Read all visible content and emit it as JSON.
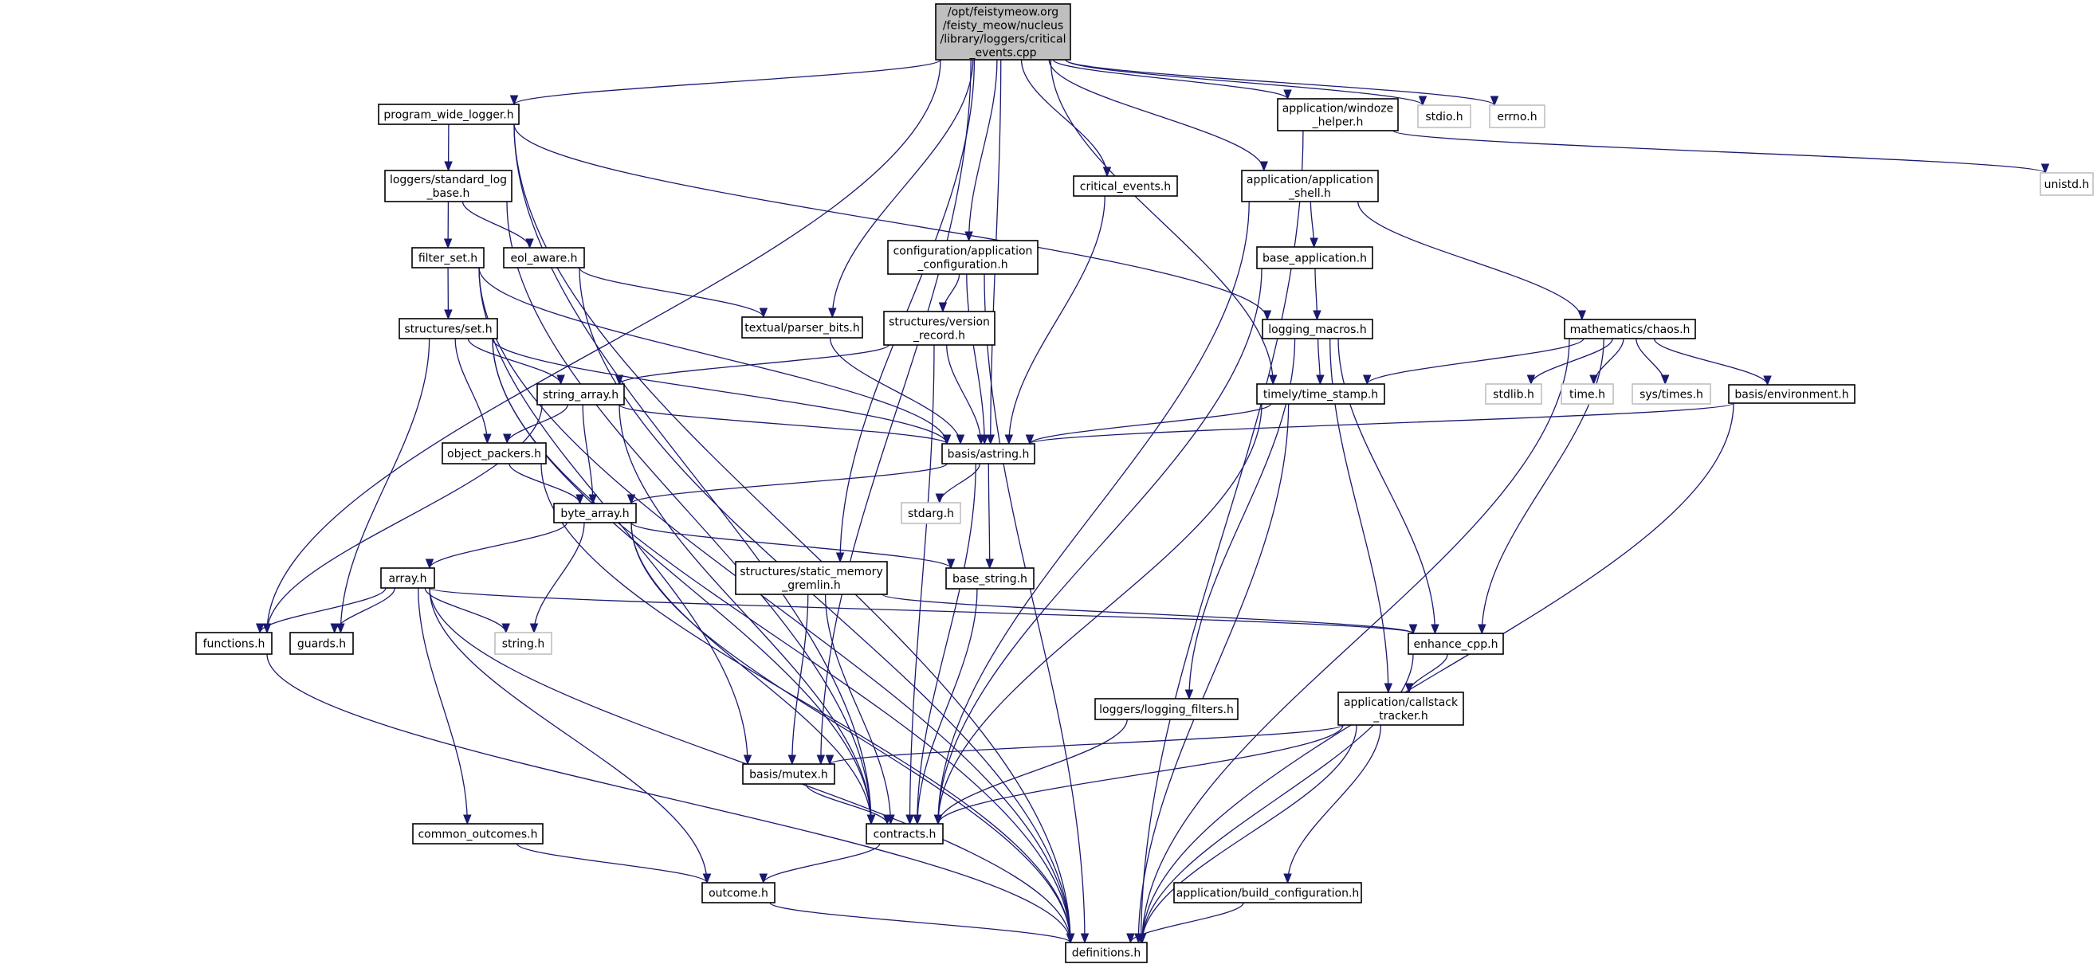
{
  "title": "Include dependency graph for critical_events.cpp",
  "colors": {
    "edge": "#191970",
    "root_fill": "#bfbfbf",
    "project_border": "#000000",
    "system_border": "#bfbfbf"
  },
  "nodes": [
    {
      "id": "root",
      "kind": "root",
      "lines": [
        "/opt/feistymeow.org",
        "/feisty_meow/nucleus",
        "/library/loggers/critical",
        "_events.cpp"
      ]
    },
    {
      "id": "program_wide_logger",
      "kind": "project",
      "lines": [
        "program_wide_logger.h"
      ]
    },
    {
      "id": "standard_log_base",
      "kind": "project",
      "lines": [
        "loggers/standard_log",
        "_base.h"
      ]
    },
    {
      "id": "filter_set",
      "kind": "project",
      "lines": [
        "filter_set.h"
      ]
    },
    {
      "id": "eol_aware",
      "kind": "project",
      "lines": [
        "eol_aware.h"
      ]
    },
    {
      "id": "set",
      "kind": "project",
      "lines": [
        "structures/set.h"
      ]
    },
    {
      "id": "parser_bits",
      "kind": "project",
      "lines": [
        "textual/parser_bits.h"
      ]
    },
    {
      "id": "app_config",
      "kind": "project",
      "lines": [
        "configuration/application",
        "_configuration.h"
      ]
    },
    {
      "id": "version_record",
      "kind": "project",
      "lines": [
        "structures/version",
        "_record.h"
      ]
    },
    {
      "id": "string_array",
      "kind": "project",
      "lines": [
        "string_array.h"
      ]
    },
    {
      "id": "object_packers",
      "kind": "project",
      "lines": [
        "object_packers.h"
      ]
    },
    {
      "id": "astring",
      "kind": "project",
      "lines": [
        "basis/astring.h"
      ]
    },
    {
      "id": "stdarg",
      "kind": "system",
      "lines": [
        "stdarg.h"
      ]
    },
    {
      "id": "byte_array",
      "kind": "project",
      "lines": [
        "byte_array.h"
      ]
    },
    {
      "id": "array",
      "kind": "project",
      "lines": [
        "array.h"
      ]
    },
    {
      "id": "functions",
      "kind": "project",
      "lines": [
        "functions.h"
      ]
    },
    {
      "id": "guards",
      "kind": "project",
      "lines": [
        "guards.h"
      ]
    },
    {
      "id": "string_h",
      "kind": "system",
      "lines": [
        "string.h"
      ]
    },
    {
      "id": "static_memory_gremlin",
      "kind": "project",
      "lines": [
        "structures/static_memory",
        "_gremlin.h"
      ]
    },
    {
      "id": "base_string",
      "kind": "project",
      "lines": [
        "base_string.h"
      ]
    },
    {
      "id": "mutex",
      "kind": "project",
      "lines": [
        "basis/mutex.h"
      ]
    },
    {
      "id": "contracts",
      "kind": "project",
      "lines": [
        "contracts.h"
      ]
    },
    {
      "id": "common_outcomes",
      "kind": "project",
      "lines": [
        "common_outcomes.h"
      ]
    },
    {
      "id": "outcome",
      "kind": "project",
      "lines": [
        "outcome.h"
      ]
    },
    {
      "id": "definitions",
      "kind": "project",
      "lines": [
        "definitions.h"
      ]
    },
    {
      "id": "critical_events_h",
      "kind": "project",
      "lines": [
        "critical_events.h"
      ]
    },
    {
      "id": "windoze_helper",
      "kind": "project",
      "lines": [
        "application/windoze",
        "_helper.h"
      ]
    },
    {
      "id": "stdio",
      "kind": "system",
      "lines": [
        "stdio.h"
      ]
    },
    {
      "id": "errno",
      "kind": "system",
      "lines": [
        "errno.h"
      ]
    },
    {
      "id": "unistd",
      "kind": "system",
      "lines": [
        "unistd.h"
      ]
    },
    {
      "id": "application_shell",
      "kind": "project",
      "lines": [
        "application/application",
        "_shell.h"
      ]
    },
    {
      "id": "base_application",
      "kind": "project",
      "lines": [
        "base_application.h"
      ]
    },
    {
      "id": "logging_macros",
      "kind": "project",
      "lines": [
        "logging_macros.h"
      ]
    },
    {
      "id": "chaos",
      "kind": "project",
      "lines": [
        "mathematics/chaos.h"
      ]
    },
    {
      "id": "time_stamp",
      "kind": "project",
      "lines": [
        "timely/time_stamp.h"
      ]
    },
    {
      "id": "stdlib",
      "kind": "system",
      "lines": [
        "stdlib.h"
      ]
    },
    {
      "id": "time_h",
      "kind": "system",
      "lines": [
        "time.h"
      ]
    },
    {
      "id": "sys_times",
      "kind": "system",
      "lines": [
        "sys/times.h"
      ]
    },
    {
      "id": "environment",
      "kind": "project",
      "lines": [
        "basis/environment.h"
      ]
    },
    {
      "id": "enhance_cpp",
      "kind": "project",
      "lines": [
        "enhance_cpp.h"
      ]
    },
    {
      "id": "logging_filters",
      "kind": "project",
      "lines": [
        "loggers/logging_filters.h"
      ]
    },
    {
      "id": "callstack_tracker",
      "kind": "project",
      "lines": [
        "application/callstack",
        "_tracker.h"
      ]
    },
    {
      "id": "build_configuration",
      "kind": "project",
      "lines": [
        "application/build_configuration.h"
      ]
    }
  ],
  "edges": [
    [
      "root",
      "program_wide_logger"
    ],
    [
      "root",
      "functions"
    ],
    [
      "root",
      "mutex"
    ],
    [
      "root",
      "static_memory_gremlin"
    ],
    [
      "root",
      "parser_bits"
    ],
    [
      "root",
      "app_config"
    ],
    [
      "root",
      "astring"
    ],
    [
      "root",
      "critical_events_h"
    ],
    [
      "root",
      "time_stamp"
    ],
    [
      "root",
      "application_shell"
    ],
    [
      "root",
      "windoze_helper"
    ],
    [
      "root",
      "stdio"
    ],
    [
      "root",
      "errno"
    ],
    [
      "program_wide_logger",
      "standard_log_base"
    ],
    [
      "program_wide_logger",
      "definitions"
    ],
    [
      "program_wide_logger",
      "contracts"
    ],
    [
      "program_wide_logger",
      "logging_macros"
    ],
    [
      "standard_log_base",
      "filter_set"
    ],
    [
      "standard_log_base",
      "eol_aware"
    ],
    [
      "standard_log_base",
      "contracts"
    ],
    [
      "filter_set",
      "set"
    ],
    [
      "filter_set",
      "definitions"
    ],
    [
      "filter_set",
      "astring"
    ],
    [
      "filter_set",
      "mutex"
    ],
    [
      "eol_aware",
      "parser_bits"
    ],
    [
      "eol_aware",
      "definitions"
    ],
    [
      "set",
      "string_array"
    ],
    [
      "set",
      "object_packers"
    ],
    [
      "set",
      "astring"
    ],
    [
      "set",
      "guards"
    ],
    [
      "set",
      "contracts"
    ],
    [
      "set",
      "definitions"
    ],
    [
      "parser_bits",
      "astring"
    ],
    [
      "app_config",
      "version_record"
    ],
    [
      "app_config",
      "astring"
    ],
    [
      "app_config",
      "definitions"
    ],
    [
      "version_record",
      "string_array"
    ],
    [
      "version_record",
      "astring"
    ],
    [
      "version_record",
      "contracts"
    ],
    [
      "string_array",
      "object_packers"
    ],
    [
      "string_array",
      "byte_array"
    ],
    [
      "string_array",
      "astring"
    ],
    [
      "string_array",
      "functions"
    ],
    [
      "string_array",
      "contracts"
    ],
    [
      "object_packers",
      "byte_array"
    ],
    [
      "object_packers",
      "definitions"
    ],
    [
      "astring",
      "byte_array"
    ],
    [
      "astring",
      "stdarg"
    ],
    [
      "astring",
      "base_string"
    ],
    [
      "astring",
      "contracts"
    ],
    [
      "byte_array",
      "array"
    ],
    [
      "byte_array",
      "string_h"
    ],
    [
      "byte_array",
      "base_string"
    ],
    [
      "byte_array",
      "contracts"
    ],
    [
      "byte_array",
      "definitions"
    ],
    [
      "array",
      "functions"
    ],
    [
      "array",
      "guards"
    ],
    [
      "array",
      "string_h"
    ],
    [
      "array",
      "common_outcomes"
    ],
    [
      "array",
      "outcome"
    ],
    [
      "array",
      "enhance_cpp"
    ],
    [
      "array",
      "definitions"
    ],
    [
      "functions",
      "definitions"
    ],
    [
      "static_memory_gremlin",
      "mutex"
    ],
    [
      "static_memory_gremlin",
      "contracts"
    ],
    [
      "static_memory_gremlin",
      "enhance_cpp"
    ],
    [
      "base_string",
      "contracts"
    ],
    [
      "mutex",
      "contracts"
    ],
    [
      "contracts",
      "outcome"
    ],
    [
      "common_outcomes",
      "outcome"
    ],
    [
      "outcome",
      "definitions"
    ],
    [
      "critical_events_h",
      "astring"
    ],
    [
      "windoze_helper",
      "unistd"
    ],
    [
      "windoze_helper",
      "definitions"
    ],
    [
      "application_shell",
      "base_application"
    ],
    [
      "application_shell",
      "chaos"
    ],
    [
      "application_shell",
      "contracts"
    ],
    [
      "base_application",
      "logging_macros"
    ],
    [
      "base_application",
      "contracts"
    ],
    [
      "logging_macros",
      "time_stamp"
    ],
    [
      "logging_macros",
      "logging_filters"
    ],
    [
      "logging_macros",
      "enhance_cpp"
    ],
    [
      "logging_macros",
      "callstack_tracker"
    ],
    [
      "chaos",
      "time_stamp"
    ],
    [
      "chaos",
      "stdlib"
    ],
    [
      "chaos",
      "time_h"
    ],
    [
      "chaos",
      "sys_times"
    ],
    [
      "chaos",
      "environment"
    ],
    [
      "chaos",
      "enhance_cpp"
    ],
    [
      "chaos",
      "definitions"
    ],
    [
      "time_stamp",
      "astring"
    ],
    [
      "time_stamp",
      "contracts"
    ],
    [
      "time_stamp",
      "definitions"
    ],
    [
      "environment",
      "astring"
    ],
    [
      "environment",
      "definitions"
    ],
    [
      "enhance_cpp",
      "callstack_tracker"
    ],
    [
      "enhance_cpp",
      "definitions"
    ],
    [
      "logging_filters",
      "contracts"
    ],
    [
      "callstack_tracker",
      "mutex"
    ],
    [
      "callstack_tracker",
      "contracts"
    ],
    [
      "callstack_tracker",
      "build_configuration"
    ],
    [
      "callstack_tracker",
      "definitions"
    ],
    [
      "build_configuration",
      "definitions"
    ]
  ]
}
